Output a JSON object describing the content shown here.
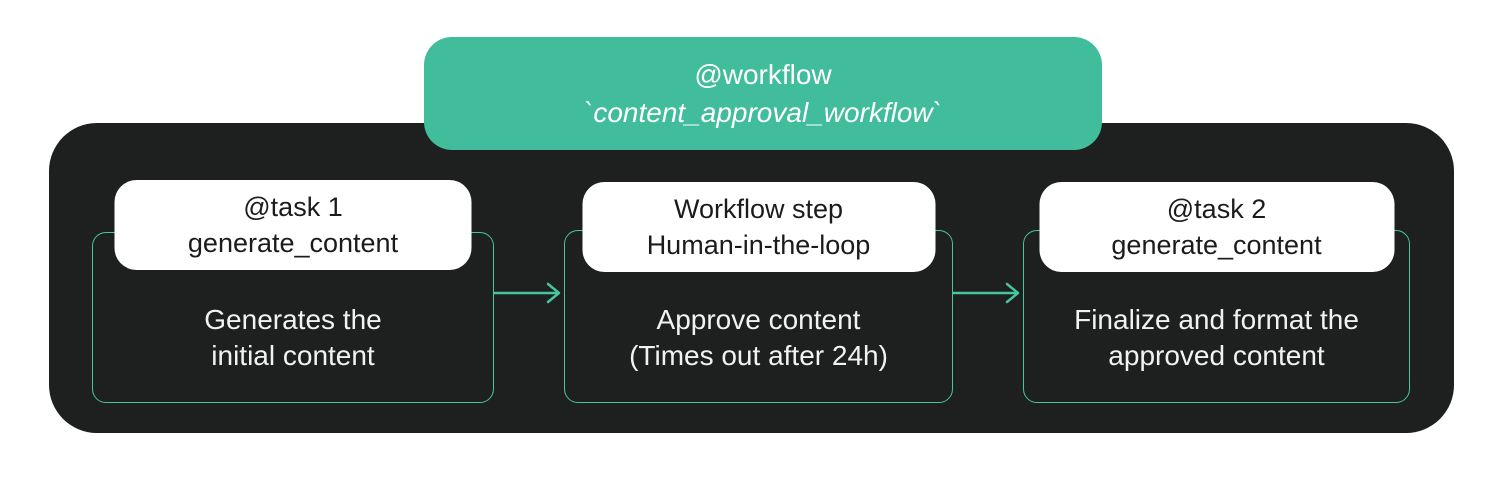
{
  "colors": {
    "accent_green": "#41BD9C",
    "line_green": "#46C5A1",
    "container_dark": "#1E1F1F",
    "badge_text": "#1B1B1B",
    "body_text": "#F2F2F2",
    "badge_white": "#FFFFFF"
  },
  "workflow_badge": {
    "line1": "@workflow",
    "line2": "`content_approval_workflow`"
  },
  "nodes": [
    {
      "title_line1": "@task 1",
      "title_line2": "generate_content",
      "desc_line1": "Generates the",
      "desc_line2": "initial content"
    },
    {
      "title_line1": "Workflow step",
      "title_line2": "Human-in-the-loop",
      "desc_line1": "Approve content",
      "desc_line2": "(Times out after 24h)"
    },
    {
      "title_line1": "@task 2",
      "title_line2": "generate_content",
      "desc_line1": "Finalize and format the",
      "desc_line2": "approved content"
    }
  ]
}
